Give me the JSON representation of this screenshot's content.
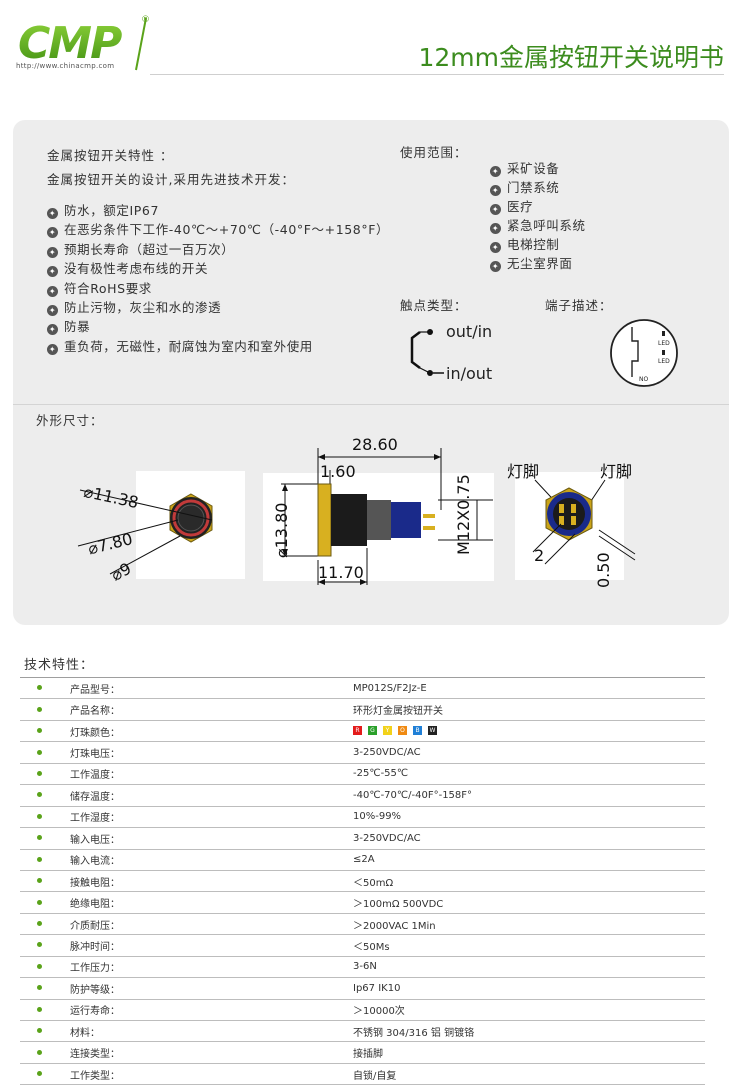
{
  "header": {
    "logo_text": "CMP",
    "registered_mark": "®",
    "logo_url": "http://www.chinacmp.com",
    "title": "12mm金属按钮开关说明书"
  },
  "features": {
    "heading": "金属按钮开关特性 ：",
    "intro": "金属按钮开关的设计,采用先进技术开发：",
    "items": [
      "防水，额定IP67",
      "在恶劣条件下工作-40℃～+70℃（-40°F～+158°F）",
      "预期长寿命（超过一百万次）",
      "没有极性考虑布线的开关",
      "符合RoHS要求",
      "防止污物，灰尘和水的渗透",
      "防暴",
      "重负荷，无磁性，耐腐蚀为室内和室外使用"
    ]
  },
  "usage": {
    "heading": "使用范围：",
    "items": [
      "采矿设备",
      "门禁系统",
      "医疗",
      "紧急呼叫系统",
      "电梯控制",
      "无尘室界面"
    ]
  },
  "contact": {
    "label": "触点类型：",
    "top": "out/in",
    "bottom": "in/out"
  },
  "terminal": {
    "label": "端子描述：",
    "led1": "LED",
    "led2": "LED",
    "no": "NO"
  },
  "dimensions": {
    "label": "外形尺寸：",
    "front": {
      "d1": "⌀11.38",
      "d2": "⌀7.80",
      "d3": "⌀9"
    },
    "side": {
      "length": "28.60",
      "flange": "1.60",
      "diameter": "⌀13.80",
      "thread": "M12X0.75",
      "body": "11.70"
    },
    "back": {
      "lamp_left": "灯脚",
      "lamp_right": "灯脚",
      "pitch": "2",
      "width": "0.50"
    }
  },
  "specs": {
    "heading": "技术特性：",
    "rows": [
      {
        "label": "产品型号：",
        "value": "MP012S/F2Jz-E"
      },
      {
        "label": "产品名称：",
        "value": "环形灯金属按钮开关"
      },
      {
        "label": "灯珠颜色：",
        "value": "",
        "swatches": [
          {
            "letter": "R",
            "color": "#e31b1b"
          },
          {
            "letter": "G",
            "color": "#2aa02a"
          },
          {
            "letter": "Y",
            "color": "#f2d21a"
          },
          {
            "letter": "O",
            "color": "#f08a12"
          },
          {
            "letter": "B",
            "color": "#1f7fd6"
          },
          {
            "letter": "W",
            "color": "#222222"
          }
        ]
      },
      {
        "label": "灯珠电压：",
        "value": "3-250VDC/AC"
      },
      {
        "label": "工作温度：",
        "value": "-25℃-55℃"
      },
      {
        "label": "储存温度：",
        "value": "-40℃-70℃/-40F°-158F°"
      },
      {
        "label": "工作湿度：",
        "value": "10%-99%"
      },
      {
        "label": "输入电压：",
        "value": "3-250VDC/AC"
      },
      {
        "label": "输入电流：",
        "value": "≤2A"
      },
      {
        "label": "接触电阻：",
        "value": "＜50mΩ"
      },
      {
        "label": "绝缘电阻：",
        "value": "＞100mΩ  500VDC"
      },
      {
        "label": "介质耐压：",
        "value": "＞2000VAC  1Min"
      },
      {
        "label": "脉冲时间：",
        "value": "＜50Ms"
      },
      {
        "label": "工作压力：",
        "value": "3-6N"
      },
      {
        "label": "防护等级：",
        "value": "Ip67 IK10"
      },
      {
        "label": "运行寿命：",
        "value": "＞10000次"
      },
      {
        "label": "材料：",
        "value": "不锈钢 304/316  铝  铜镀铬"
      },
      {
        "label": "连接类型：",
        "value": "接插脚"
      },
      {
        "label": "工作类型：",
        "value": "自锁/自复"
      }
    ]
  }
}
